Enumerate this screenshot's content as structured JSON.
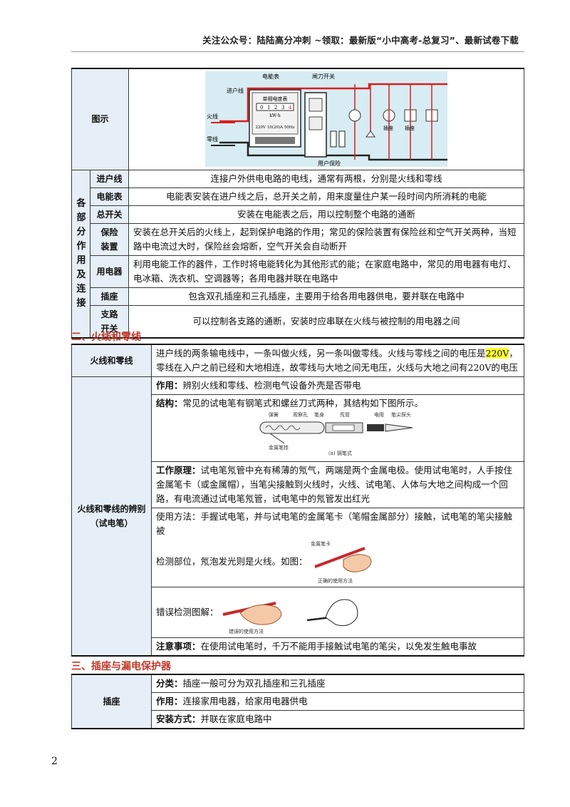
{
  "header": {
    "text": "关注公众号：陆陆高分冲刺 ~领取：最新版“小中高考-总复习”、最新试卷下载"
  },
  "page_number": "2",
  "table1": {
    "diagram_label": "图示",
    "diagram_text": {
      "meter_label": "电能表",
      "knife_switch": "闸刀开关",
      "service_line": "进户线",
      "live_wire": "火线",
      "neutral_wire": "零线",
      "meter_title": "单相电度表",
      "meter_digits": [
        "0",
        "1",
        "2",
        "3",
        "4"
      ],
      "meter_unit": "kW·h",
      "meter_spec": "220V 10(20)A 50Hz",
      "fuse_label": "用户保险",
      "socket_label": "插座",
      "socket_label2": "插座"
    },
    "group_label": "各部分作用及连接",
    "rows": [
      {
        "name": "进户线",
        "desc": "连接户外供电电路的电线，通常有两根，分别是火线和零线"
      },
      {
        "name": "电能表",
        "desc": "电能表安装在进户线之后，总开关之前，用来度量住户某一段时间内所消耗的电能"
      },
      {
        "name": "总开关",
        "desc": "安装在电能表之后，用以控制整个电路的通断"
      },
      {
        "name": "保险装置",
        "desc": "安装在总开关后的火线上，起到保护电路的作用；常见的保险装置有保险丝和空气开关两种，当短路中电流过大时，保险丝会熔断，空气开关会自动断开"
      },
      {
        "name": "用电器",
        "desc": "利用电能工作的器件，工作时将电能转化为其他形式的能；在家庭电路中，常见的用电器有电灯、电冰箱、洗衣机、空调器等；各用电器并联在电路中"
      },
      {
        "name": "插座",
        "desc": "包含双孔插座和三孔插座，主要用于给各用电器供电，要并联在电路中"
      },
      {
        "name": "支路开关",
        "desc": "可以控制各支路的通断，安装时应串联在火线与被控制的用电器之间"
      }
    ]
  },
  "section2": {
    "title": "二、火线和零线",
    "row1": {
      "label": "火线和零线",
      "text_before": "进户线的两条输电线中，一条叫做火线，另一条叫做零线。火线与零线之间的电压是",
      "highlight": "220V",
      "text_after": "，零线在入户之前已经和大地相连，故零线与大地之间无电压，火线与大地之间有220V的电压"
    },
    "row2": {
      "label_line1": "火线和零线的辨别",
      "label_line2": "（试电笔）",
      "use_title": "作用：",
      "use_text": "辨别火线和零线、检测电气设备外壳是否带电",
      "struct_title": "结构：",
      "struct_text": "常见的试电笔有钢笔式和螺丝刀式两种，其结构如下图所示。",
      "pen_parts": [
        "弹簧",
        "观察孔",
        "笔身",
        "氖管",
        "电阻",
        "笔尖探头"
      ],
      "pen_clip": "金属笔挂",
      "pen_caption": "(a) 钢笔式",
      "principle_title": "工作原理：",
      "principle_text": "试电笔氖管中充有稀薄的氖气，两端是两个金属电极。使用试电笔时，人手按住金属笔卡（或金属帽），当笔尖接触到火线时，火线、试电笔、人体与大地之间构成一个回路，有电流通过试电笔氖管，试电笔中的氖管发出红光",
      "method_text1": "使用方法：手握试电笔，并与试电笔的金属笔卡（笔帽金属部分）接触，试电笔的笔尖接触被",
      "method_text2": "检测部位，氖泡发光则是火线。如图：",
      "correct_clip": "金属笔卡",
      "correct_caption": "正确的使用方法",
      "wrong_text": "错误检测图解：",
      "wrong_caption": "错误的使用方法",
      "note_title": "注意事项：",
      "note_text": "在使用试电笔时，千万不能用手接触试电笔的笔尖，以免发生触电事故"
    }
  },
  "section3": {
    "title": "三、插座与漏电保护器",
    "label": "插座",
    "rows": [
      {
        "title": "分类：",
        "text": "插座一般可分为双孔插座和三孔插座"
      },
      {
        "title": "作用：",
        "text": "连接家用电器，给家用电器供电"
      },
      {
        "title": "安装方式：",
        "text": "并联在家庭电路中"
      }
    ]
  }
}
